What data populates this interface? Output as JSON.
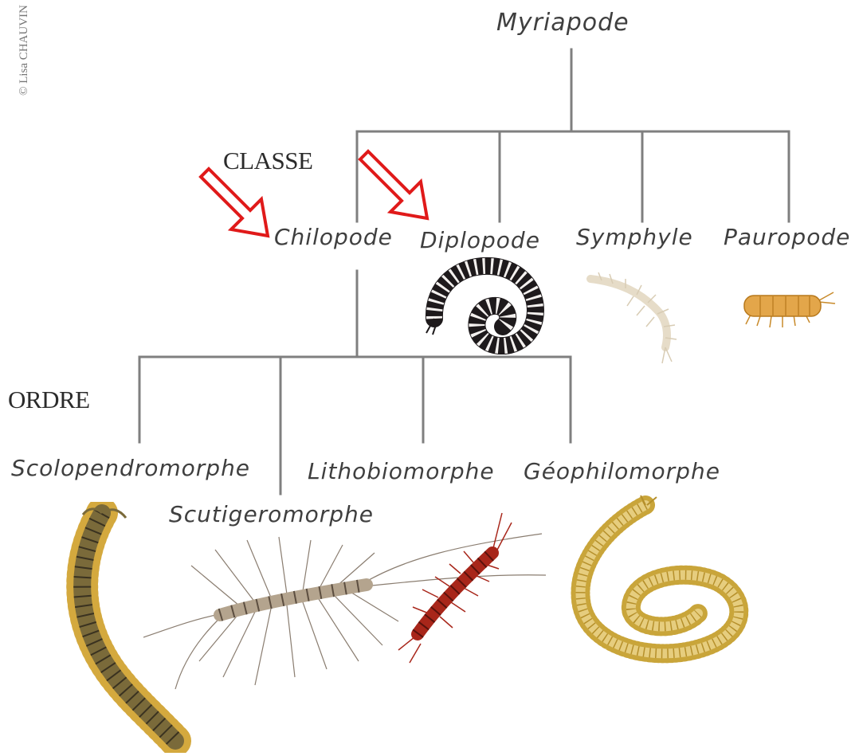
{
  "credit": "© Lisa CHAUVIN",
  "root": {
    "label": "Myriapode"
  },
  "ranks": {
    "classe": "CLASSE",
    "ordre": "ORDRE"
  },
  "classes": [
    {
      "label": "Chilopode",
      "highlighted": true
    },
    {
      "label": "Diplopode",
      "highlighted": true
    },
    {
      "label": "Symphyle",
      "highlighted": false
    },
    {
      "label": "Pauropode",
      "highlighted": false
    }
  ],
  "orders": [
    {
      "label": "Scolopendromorphe"
    },
    {
      "label": "Scutigeromorphe"
    },
    {
      "label": "Lithobiomorphe"
    },
    {
      "label": "Géophilomorphe"
    }
  ],
  "illustrations": [
    "diplopode-millipede",
    "symphyle-specimen",
    "pauropode-specimen",
    "scolopendromorphe-centipede",
    "scutigeromorphe-house-centipede",
    "lithobiomorphe-centipede",
    "geophilomorphe-centipede"
  ],
  "colors": {
    "branch": "#7f7f7f",
    "label": "#3f3f3f",
    "arrow": "#e01a1a",
    "scolopendra": "#7a6a3a",
    "scutigera": "#9a8a78",
    "lithobius": "#a8261a",
    "geophilus": "#d9b85a",
    "diplopod": "#1e1a1c"
  }
}
